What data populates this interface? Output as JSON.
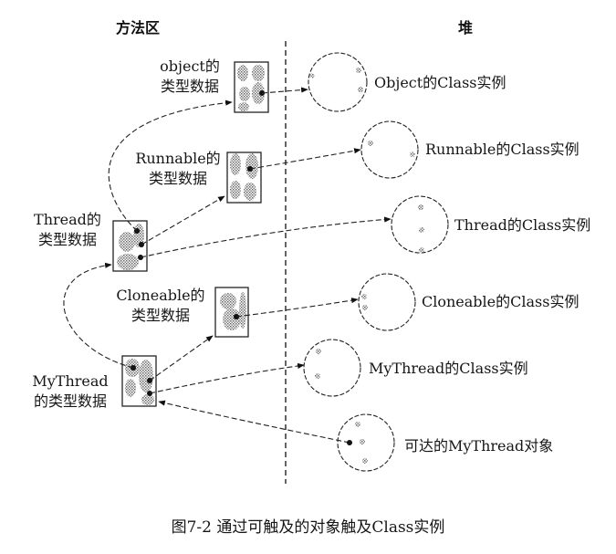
{
  "headers": {
    "method_area": "方法区",
    "heap": "堆"
  },
  "method_area_items": [
    {
      "id": "object",
      "line1": "object的",
      "line2": "类型数据"
    },
    {
      "id": "runnable",
      "line1": "Runnable的",
      "line2": "类型数据"
    },
    {
      "id": "thread",
      "line1": "Thread的",
      "line2": "类型数据"
    },
    {
      "id": "cloneable",
      "line1": "Cloneable的",
      "line2": "类型数据"
    },
    {
      "id": "mythread",
      "line1": "MyThread",
      "line2": "的类型数据"
    }
  ],
  "heap_items": [
    {
      "id": "object-class",
      "label": "Object的Class实例"
    },
    {
      "id": "runnable-class",
      "label": "Runnable的Class实例"
    },
    {
      "id": "thread-class",
      "label": "Thread的Class实例"
    },
    {
      "id": "cloneable-class",
      "label": "Cloneable的Class实例"
    },
    {
      "id": "mythread-class",
      "label": "MyThread的Class实例"
    },
    {
      "id": "mythread-object",
      "label": "可达的MyThread对象"
    }
  ],
  "caption": "图7-2   通过可触及的对象触及Class实例"
}
